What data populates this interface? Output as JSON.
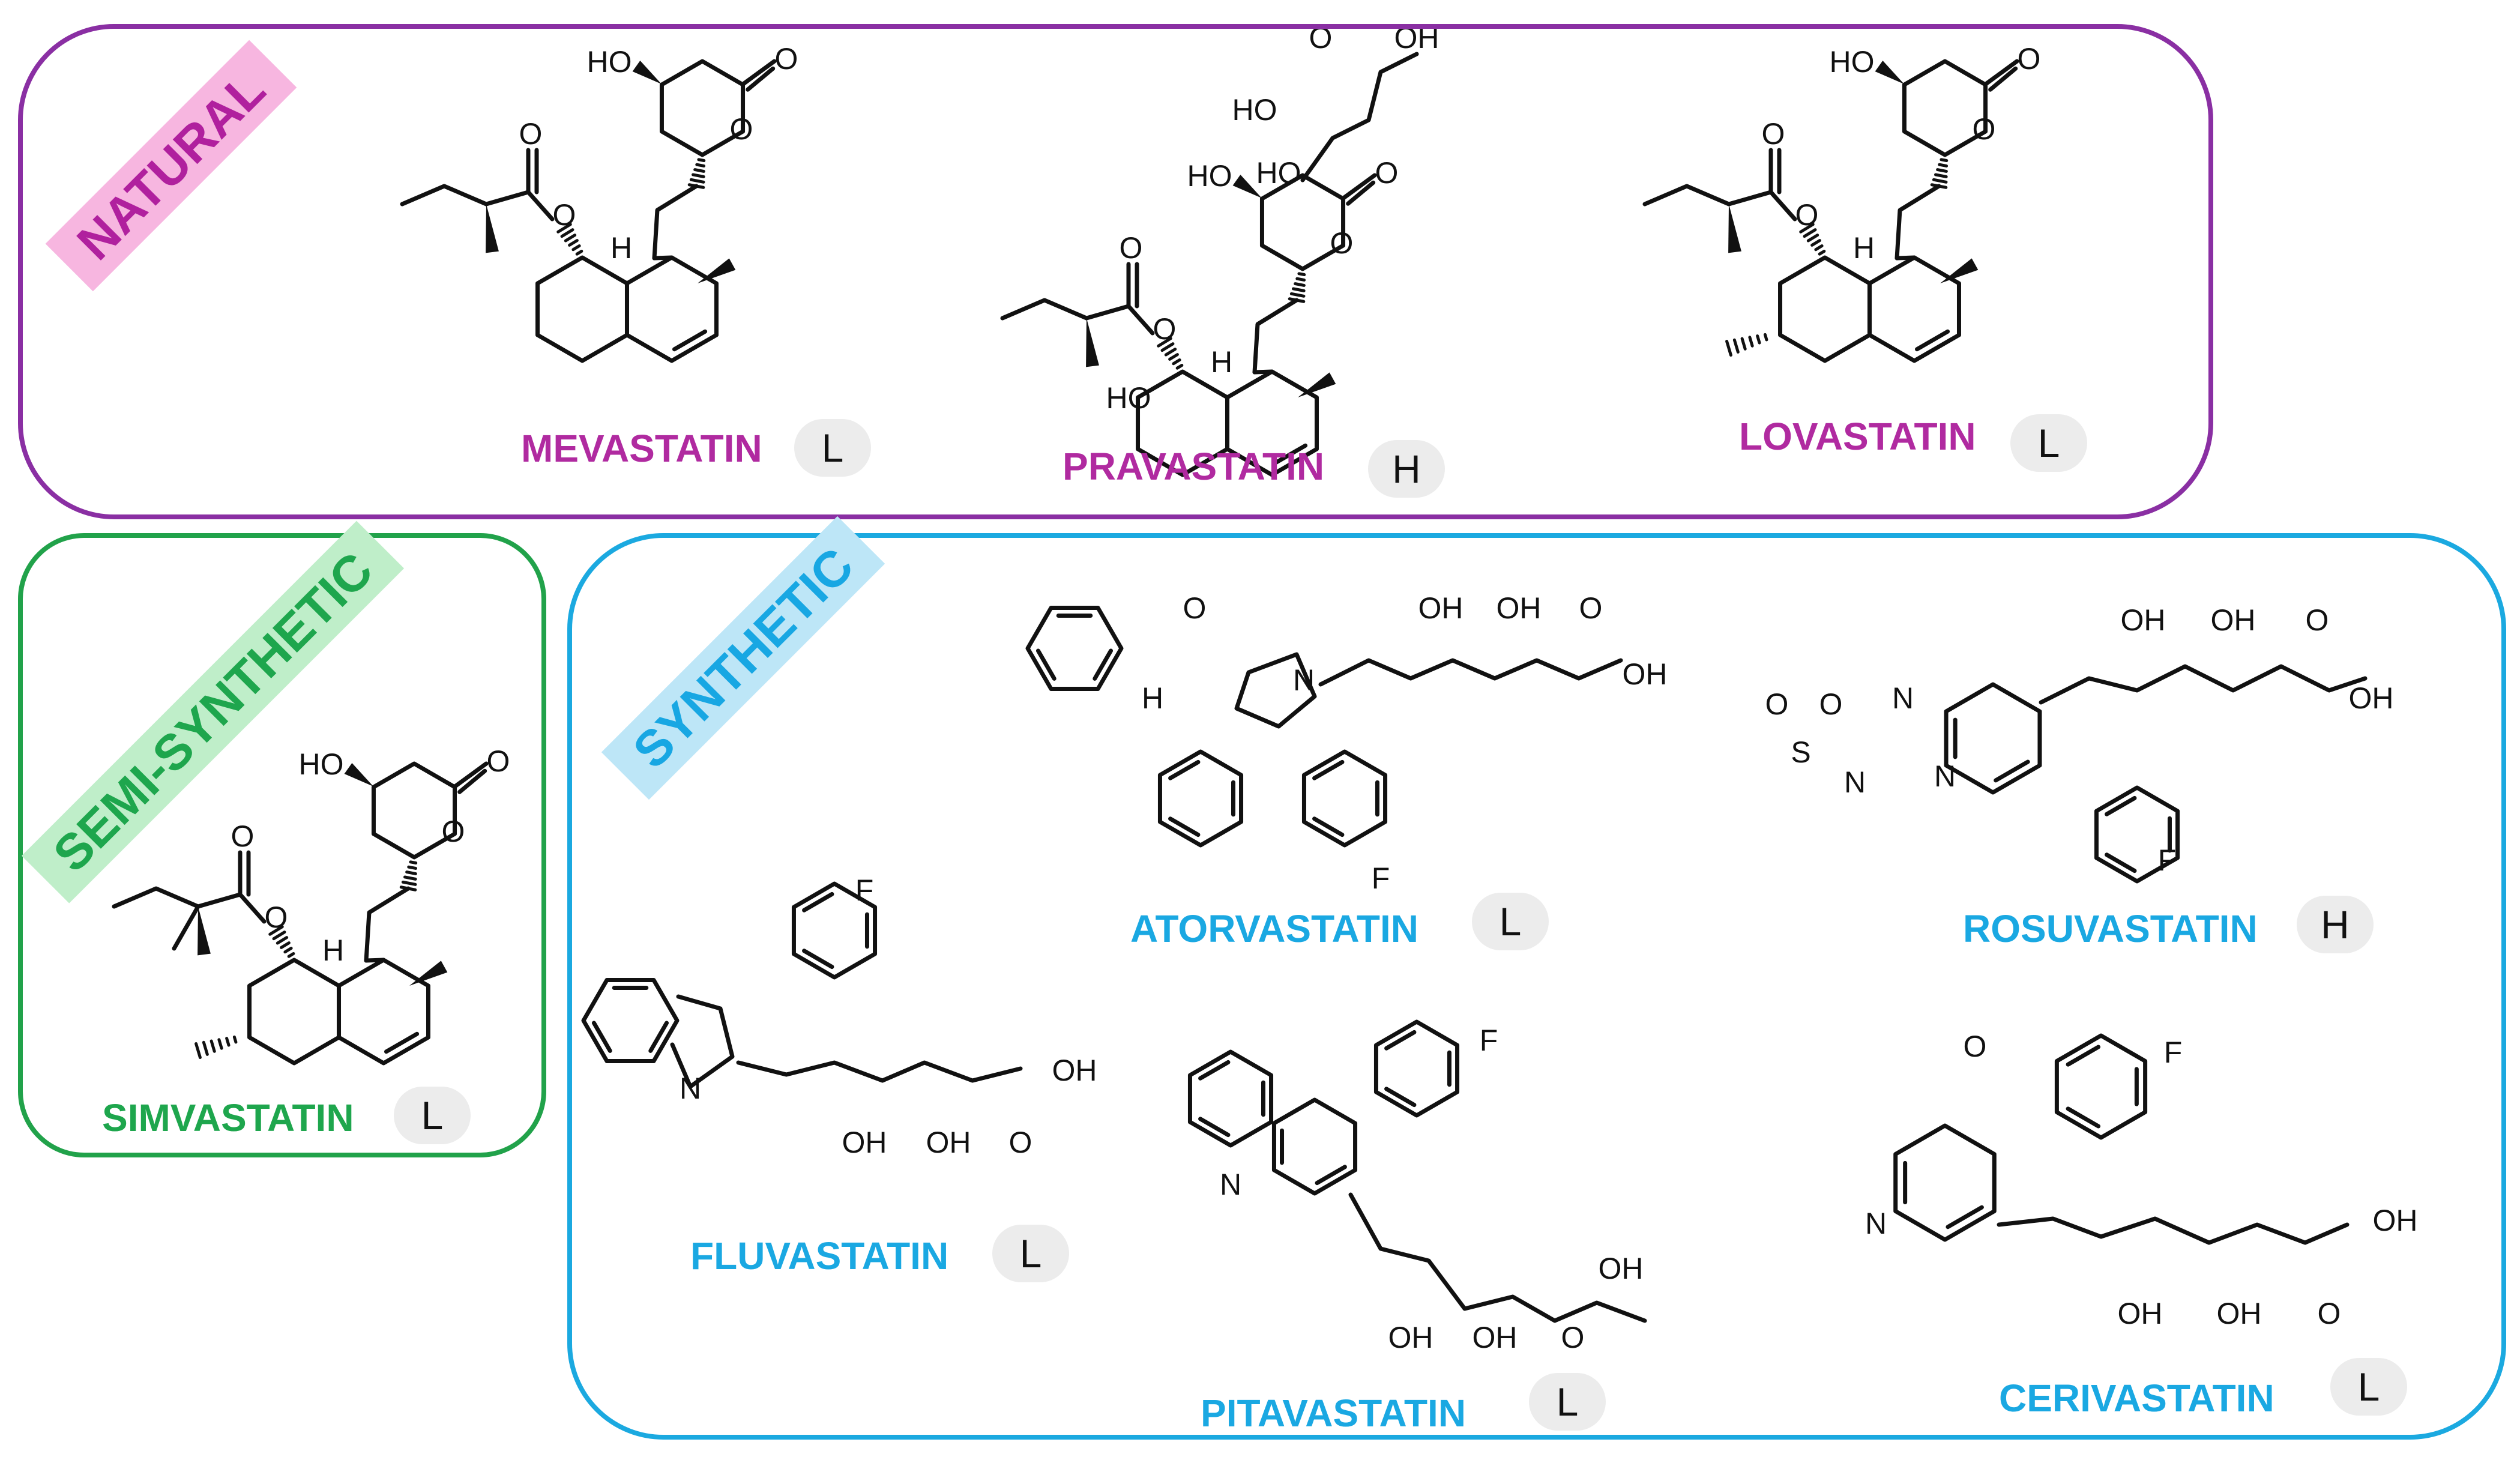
{
  "categories": {
    "natural": {
      "label": "NATURAL",
      "color": "#8a2fa3"
    },
    "semi_synthetic": {
      "label": "SEMI-SYNTHETIC",
      "color": "#21a24a"
    },
    "synthetic": {
      "label": "SYNTHETIC",
      "color": "#1ba9e0"
    }
  },
  "compounds": {
    "mevastatin": {
      "name": "MEVASTATIN",
      "badge": "L"
    },
    "pravastatin": {
      "name": "PRAVASTATIN",
      "badge": "H"
    },
    "lovastatin": {
      "name": "LOVASTATIN",
      "badge": "L"
    },
    "simvastatin": {
      "name": "SIMVASTATIN",
      "badge": "L"
    },
    "atorvastatin": {
      "name": "ATORVASTATIN",
      "badge": "L"
    },
    "rosuvastatin": {
      "name": "ROSUVASTATIN",
      "badge": "H"
    },
    "fluvastatin": {
      "name": "FLUVASTATIN",
      "badge": "L"
    },
    "pitavastatin": {
      "name": "PITAVASTATIN",
      "badge": "L"
    },
    "cerivastatin": {
      "name": "CERIVASTATIN",
      "badge": "L"
    }
  },
  "atom_labels": {
    "ho": "HO",
    "oh": "OH",
    "o": "O",
    "h": "H",
    "n": "N",
    "f": "F",
    "s": "S",
    "nh_h": "H"
  }
}
